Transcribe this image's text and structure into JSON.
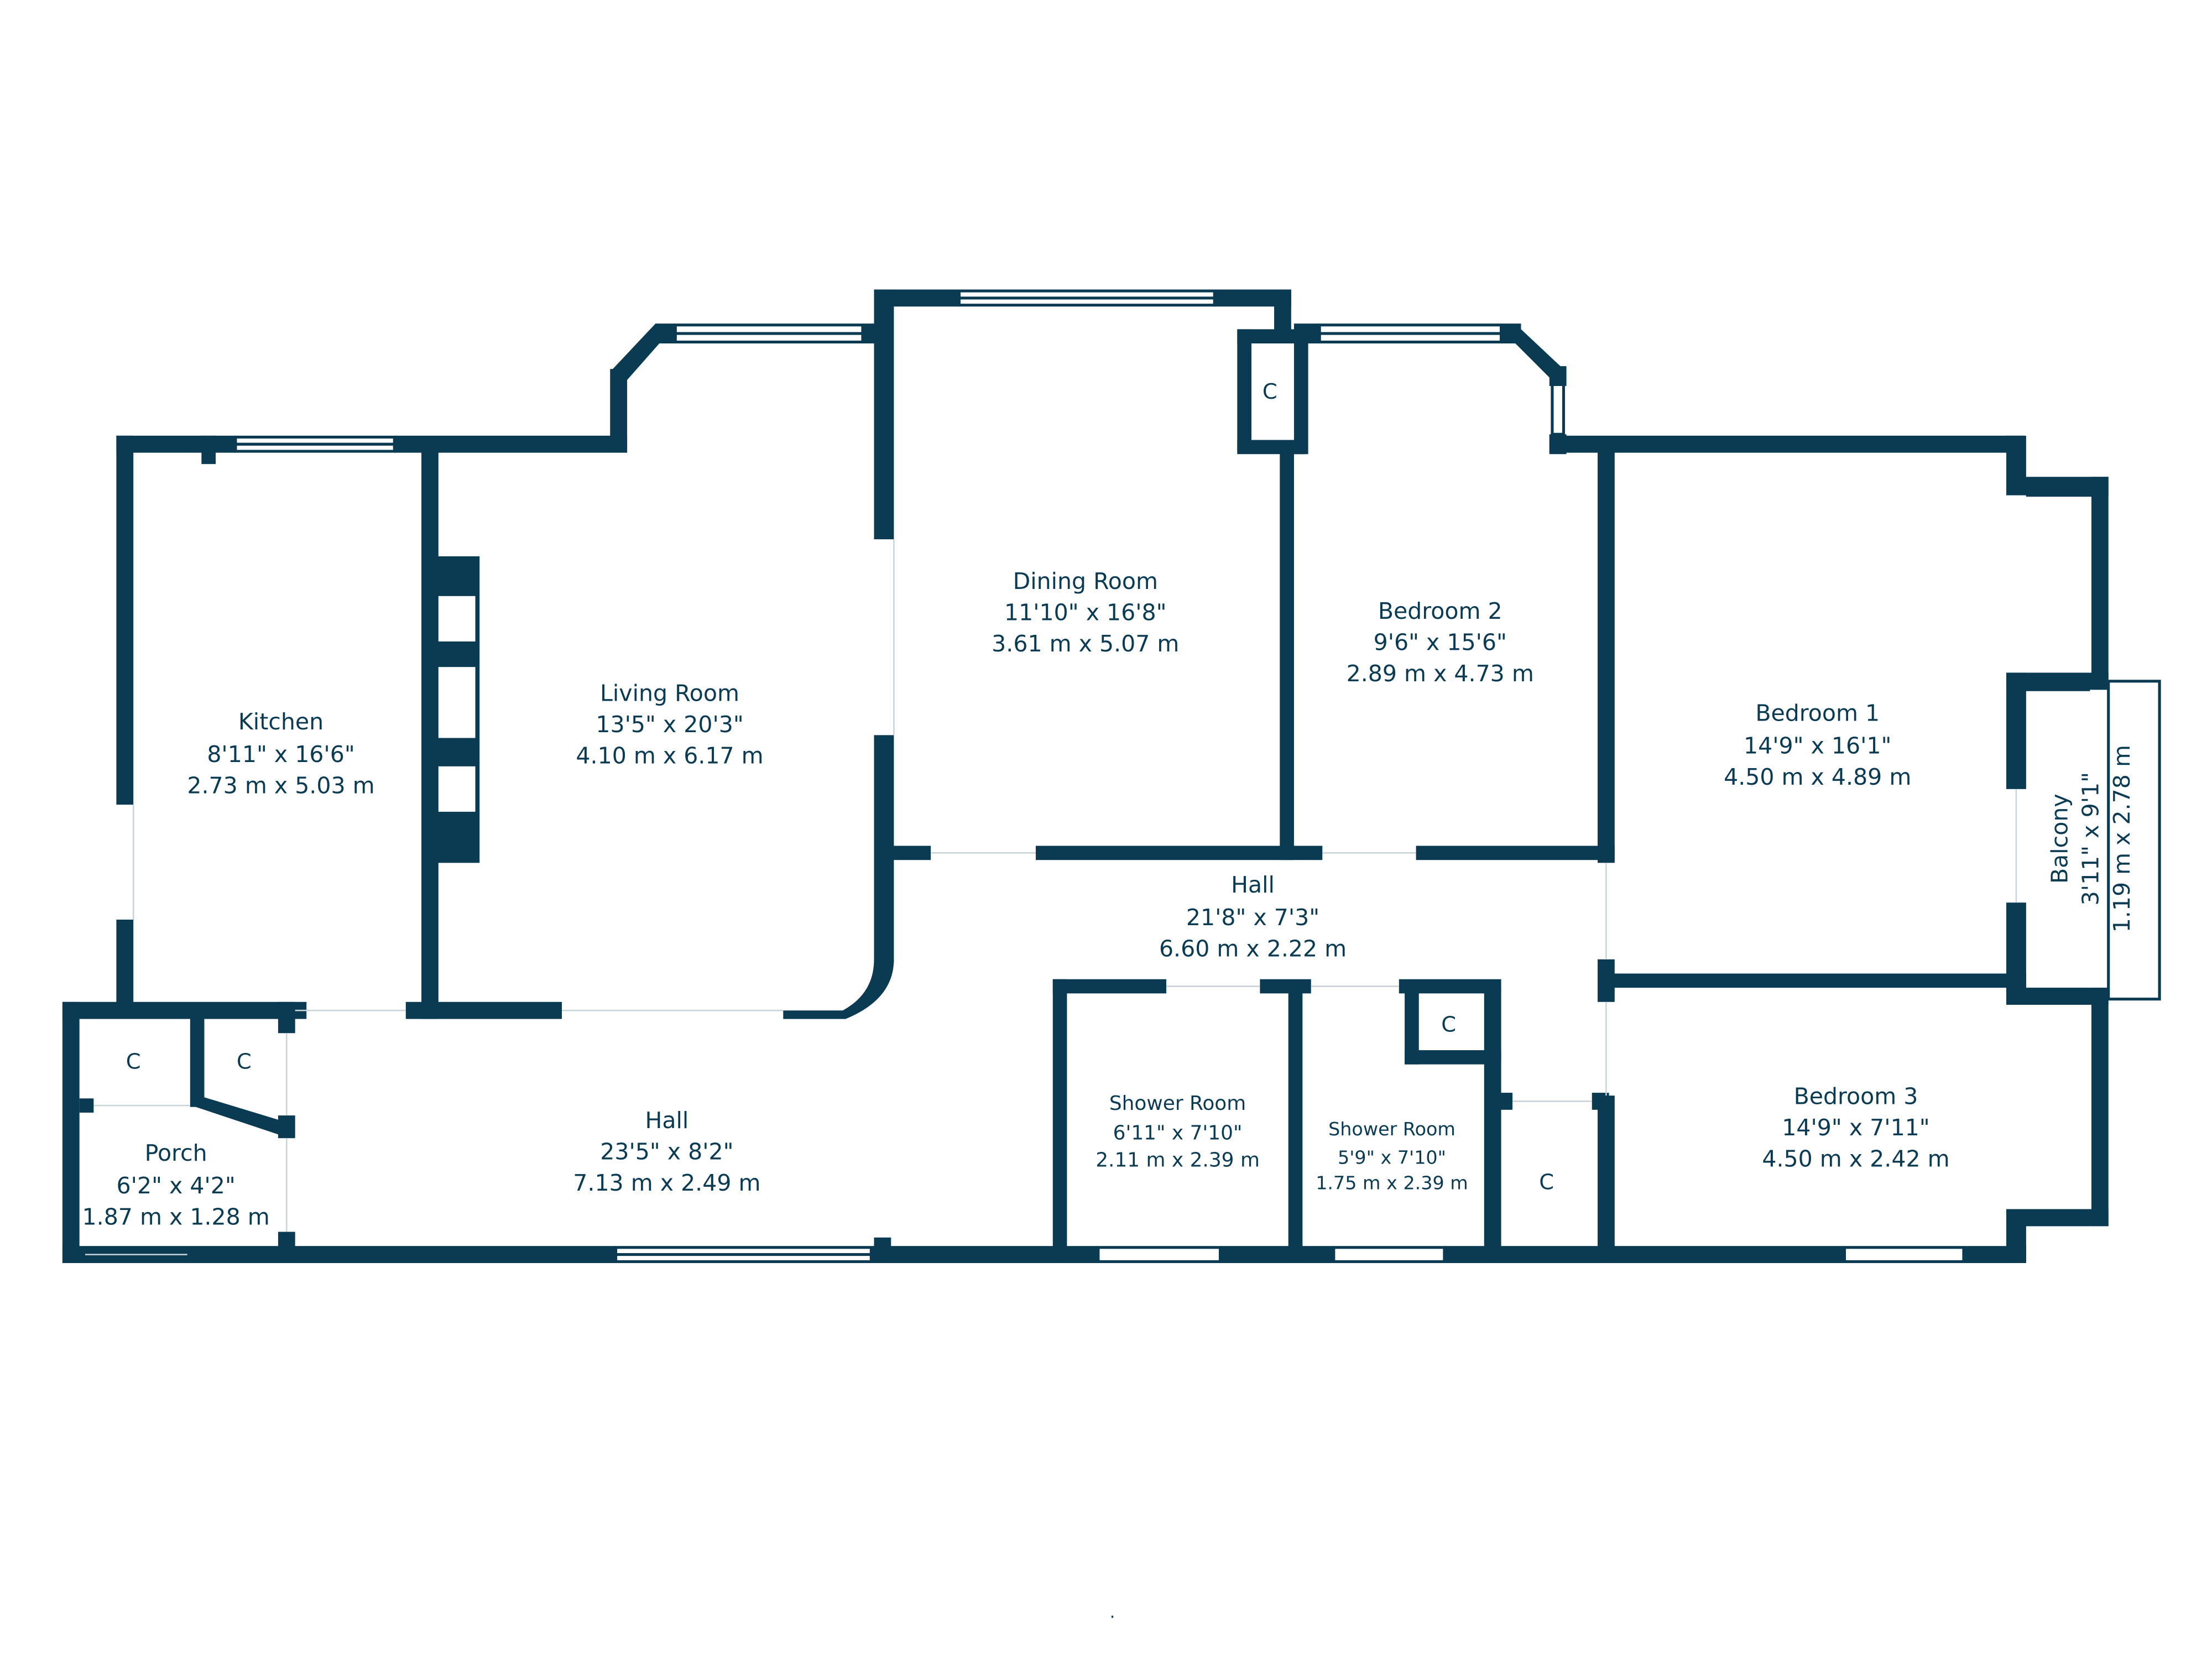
{
  "colors": {
    "wall": "#0b3a53",
    "window": "#0b3a53",
    "background": "#ffffff",
    "text": "#0b3a53"
  },
  "rooms": {
    "kitchen": {
      "name": "Kitchen",
      "imperial": "8'11\" x 16'6\"",
      "metric": "2.73 m x 5.03 m"
    },
    "living_room": {
      "name": "Living Room",
      "imperial": "13'5\" x 20'3\"",
      "metric": "4.10 m x 6.17 m"
    },
    "dining_room": {
      "name": "Dining Room",
      "imperial": "11'10\" x 16'8\"",
      "metric": "3.61 m x 5.07 m"
    },
    "bedroom_2": {
      "name": "Bedroom 2",
      "imperial": "9'6\" x 15'6\"",
      "metric": "2.89 m x 4.73 m"
    },
    "bedroom_1": {
      "name": "Bedroom 1",
      "imperial": "14'9\" x 16'1\"",
      "metric": "4.50 m x 4.89 m"
    },
    "balcony": {
      "name": "Balcony",
      "imperial": "3'11\" x 9'1\"",
      "metric": "1.19 m x 2.78 m"
    },
    "hall_upper": {
      "name": "Hall",
      "imperial": "21'8\" x 7'3\"",
      "metric": "6.60 m x 2.22 m"
    },
    "hall_lower": {
      "name": "Hall",
      "imperial": "23'5\" x 8'2\"",
      "metric": "7.13 m x 2.49 m"
    },
    "porch": {
      "name": "Porch",
      "imperial": "6'2\" x 4'2\"",
      "metric": "1.87 m x 1.28 m"
    },
    "shower_room_1": {
      "name": "Shower Room",
      "imperial": "6'11\" x 7'10\"",
      "metric": "2.11 m x 2.39 m"
    },
    "shower_room_2": {
      "name": "Shower Room",
      "imperial": "5'9\" x 7'10\"",
      "metric": "1.75 m x 2.39 m"
    },
    "bedroom_3": {
      "name": "Bedroom 3",
      "imperial": "14'9\" x 7'11\"",
      "metric": "4.50 m x 2.42 m"
    }
  },
  "cupboard_label": "C",
  "footer_mark": "."
}
